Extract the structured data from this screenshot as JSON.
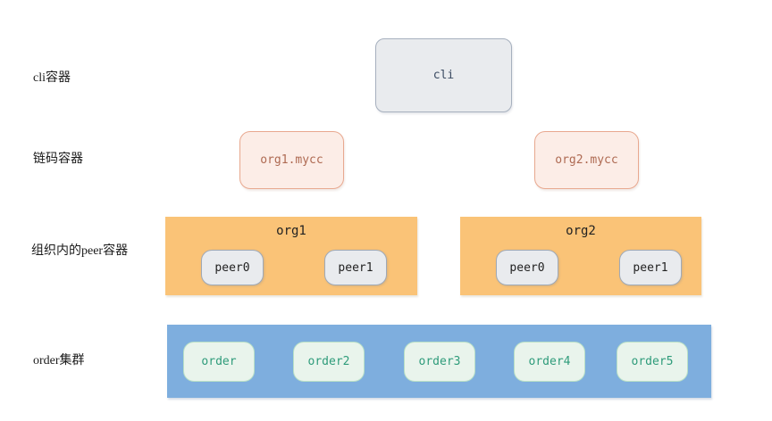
{
  "diagram": {
    "row_labels": {
      "cli": "cli容器",
      "chaincode": "链码容器",
      "peer": "组织内的peer容器",
      "order": "order集群"
    },
    "cli_node": {
      "label": "cli"
    },
    "chaincode_nodes": [
      {
        "label": "org1.mycc"
      },
      {
        "label": "org2.mycc"
      }
    ],
    "org_groups": [
      {
        "title": "org1",
        "peers": [
          {
            "label": "peer0"
          },
          {
            "label": "peer1"
          }
        ]
      },
      {
        "title": "org2",
        "peers": [
          {
            "label": "peer0"
          },
          {
            "label": "peer1"
          }
        ]
      }
    ],
    "order_cluster": {
      "nodes": [
        {
          "label": "order"
        },
        {
          "label": "order2"
        },
        {
          "label": "order3"
        },
        {
          "label": "order4"
        },
        {
          "label": "order5"
        }
      ]
    },
    "colors": {
      "cli_node_fill": "#E9EBEE",
      "cli_node_border": "#A6B0BE",
      "cli_node_text": "#3A4A61",
      "chaincode_fill": "#FCEDE7",
      "chaincode_border": "#E8A88F",
      "chaincode_text": "#AE6A52",
      "org_group_fill": "#FAC377",
      "peer_node_fill": "#E9EBEE",
      "peer_node_border": "#9FA9B7",
      "order_cluster_fill": "#7EAEDE",
      "order_node_fill": "#E9F4EC",
      "order_node_border": "#B9E0C6",
      "order_node_text": "#2E9B7A",
      "label_text": "#1A1A1A"
    }
  }
}
